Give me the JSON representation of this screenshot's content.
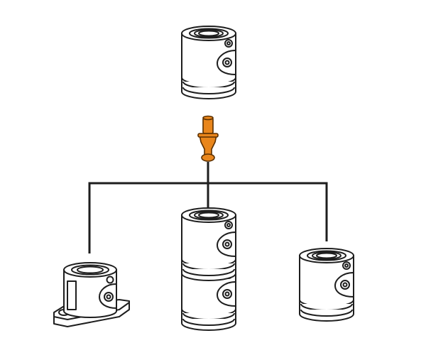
{
  "diagram": {
    "parts": [
      "connector-cylinder-top",
      "orange-fitting",
      "base-mount-cylinder",
      "stacked-cylinders",
      "single-cylinder"
    ],
    "colors": {
      "outline": "#1e1e1e",
      "fitting": "#e9861c",
      "background": "#ffffff"
    }
  }
}
